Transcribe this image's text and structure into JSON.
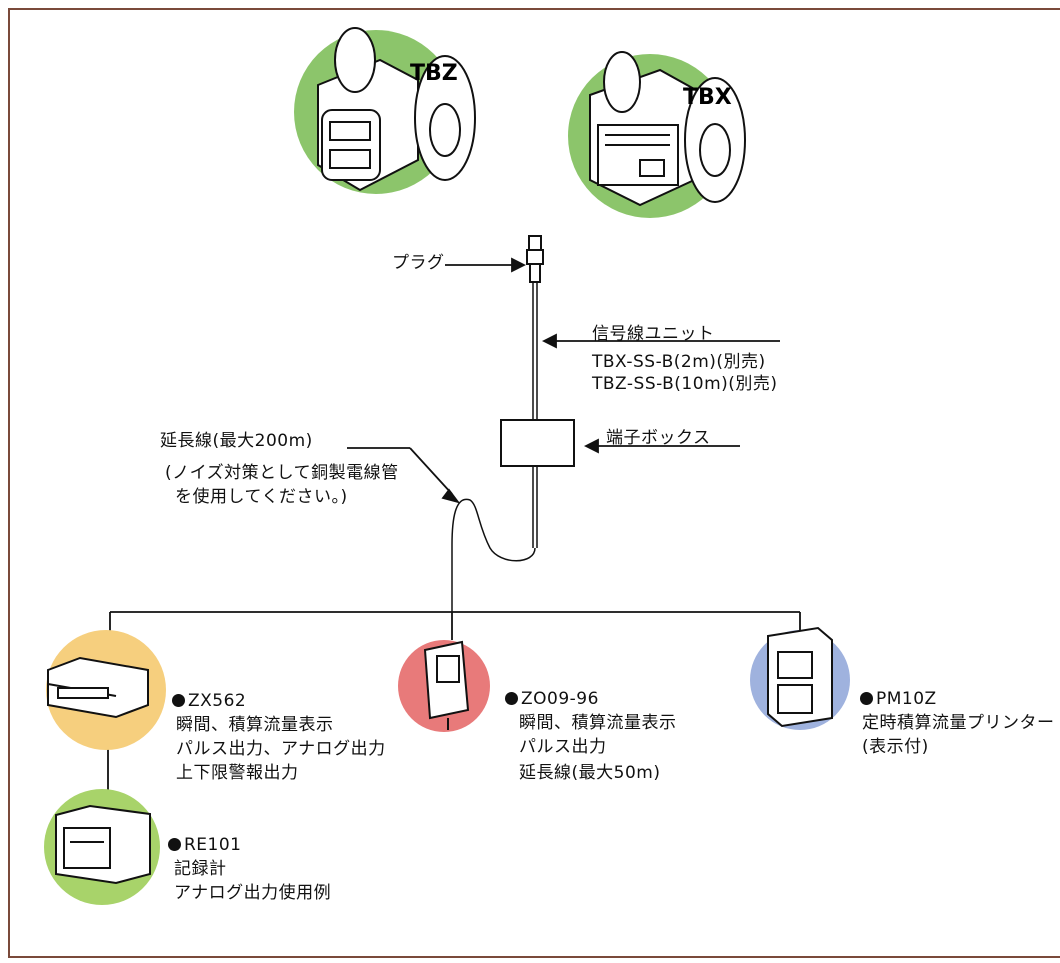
{
  "meters": {
    "tbz": {
      "tag": "TBZ"
    },
    "tbx": {
      "tag": "TBX"
    }
  },
  "labels": {
    "plug": "プラグ",
    "signal_unit_title": "信号線ユニット",
    "signal_unit_line1": "TBX-SS-B(2m)(別売)",
    "signal_unit_line2": "TBZ-SS-B(10m)(別売)",
    "terminal_box": "端子ボックス",
    "extension_title": "延長線(最大200m)",
    "extension_note1": "(ノイズ対策として銅製電線管",
    "extension_note2": "を使用してください。)"
  },
  "devices": {
    "zx562": {
      "model": "ZX562",
      "lines": [
        "瞬間、積算流量表示",
        "パルス出力、アナログ出力",
        "上下限警報出力"
      ],
      "color": "#f6cf7e"
    },
    "zo09": {
      "model": "ZO09-96",
      "lines": [
        "瞬間、積算流量表示",
        "パルス出力",
        "延長線(最大50m)"
      ],
      "color": "#e87a7a"
    },
    "pm10z": {
      "model": "PM10Z",
      "lines": [
        "定時積算流量プリンター",
        "(表示付)"
      ],
      "color": "#9fb2de"
    },
    "re101": {
      "model": "RE101",
      "lines": [
        "記録計",
        "アナログ出力使用例"
      ],
      "color": "#a8d36a"
    }
  },
  "colors": {
    "meter_circle": "#8cc56b",
    "frame": "#7a4a3a"
  }
}
